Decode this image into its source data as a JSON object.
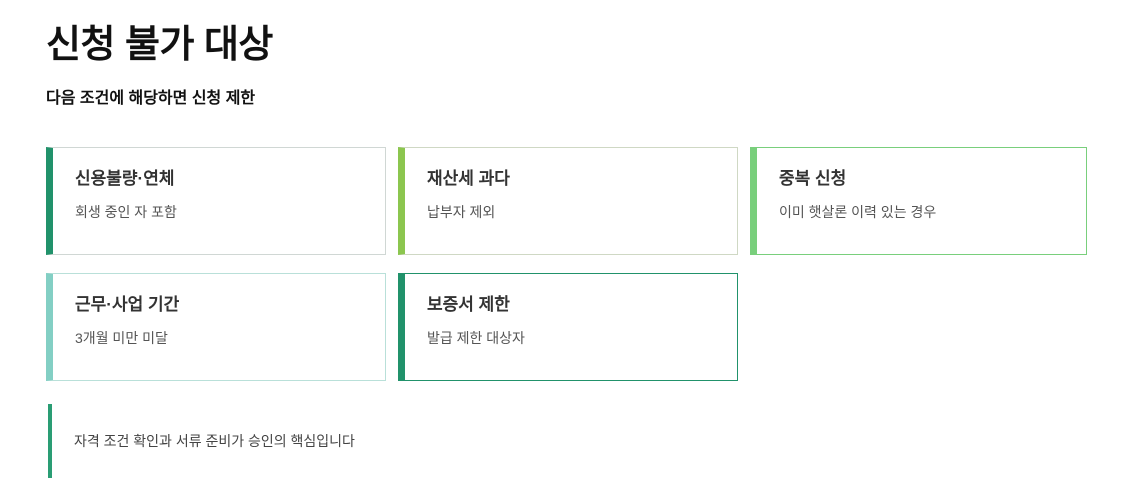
{
  "header": {
    "title": "신청 불가 대상",
    "subtitle": "다음 조건에 해당하면 신청 제한"
  },
  "cards": [
    {
      "title": "신용불량·연체",
      "desc": "회생 중인 자 포함",
      "accent": "#21926b",
      "border": "#d0d7d4"
    },
    {
      "title": "재산세 과다",
      "desc": "납부자 제외",
      "accent": "#8cc64f",
      "border": "#cfd8c4"
    },
    {
      "title": "중복 신청",
      "desc": "이미 햇살론 이력 있는 경우",
      "accent": "#79cf7c",
      "border": "#79cf7c"
    },
    {
      "title": "근무·사업 기간",
      "desc": "3개월 미만 미달",
      "accent": "#83cfc4",
      "border": "#b9e0d9"
    },
    {
      "title": "보증서 제한",
      "desc": "발급 제한 대상자",
      "accent": "#21926b",
      "border": "#21926b"
    }
  ],
  "footer": {
    "note": "자격 조건 확인과 서류 준비가 승인의 핵심입니다",
    "accent": "#2a9d74"
  }
}
